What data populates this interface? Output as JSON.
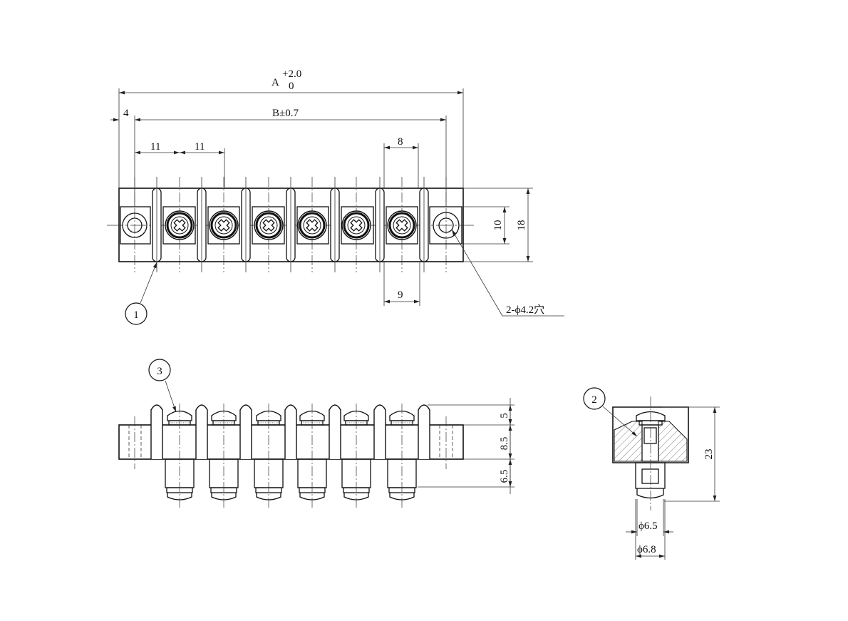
{
  "dims": {
    "A": "A",
    "A_upper": "+2.0",
    "A_lower": "0",
    "B": "B±0.7",
    "edge": "4",
    "pitch1": "11",
    "pitch2": "11",
    "head_width": "8",
    "slot_width": "9",
    "height_inner": "10",
    "height_outer": "18",
    "hole_note": "2-ϕ4.2穴",
    "screw_h": "5",
    "base_h": "8.5",
    "tube_h": "6.5",
    "total_h": "23",
    "dia_inner": "ϕ6.5",
    "dia_outer": "ϕ6.8"
  },
  "callouts": [
    "1",
    "2",
    "3"
  ]
}
